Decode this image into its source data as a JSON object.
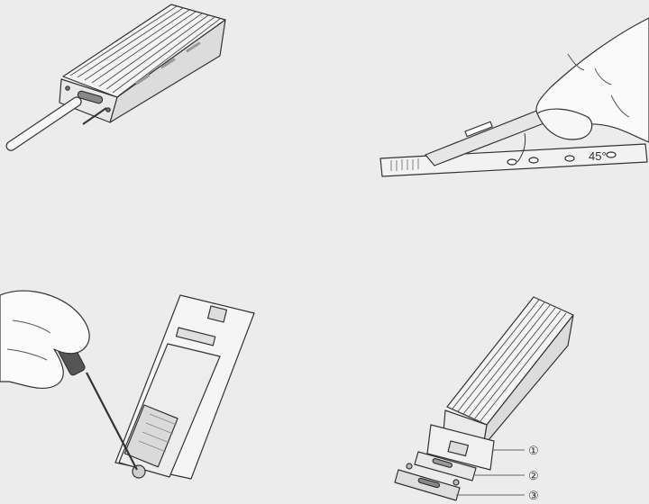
{
  "figures": {
    "step1": {},
    "step2": {
      "angle_label": "45°"
    },
    "step3": {},
    "step4": {
      "callouts": [
        {
          "label": "①"
        },
        {
          "label": "②"
        },
        {
          "label": "③"
        }
      ]
    }
  },
  "colors": {
    "background": "#ececec",
    "line": "#333333",
    "fill_light": "#f7f7f7",
    "fill_mid": "#cfcfcf"
  }
}
